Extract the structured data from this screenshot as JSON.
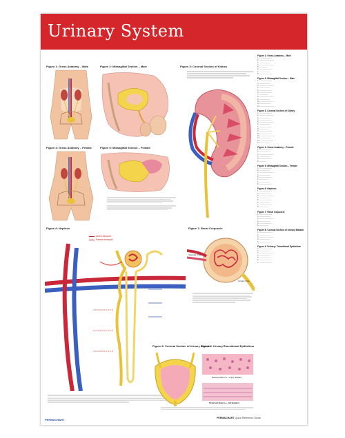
{
  "poster": {
    "title": "Urinary System",
    "figures": [
      "Figure 1: Gross Anatomy – Male",
      "Figure 2: Midsagittal Section – Male",
      "Figure 3: Coronal Section of Kidney",
      "Figure 4: Gross Anatomy – Female",
      "Figure 5: Midsagittal Section – Female",
      "Figure 6: Nephron",
      "Figure 7: Renal Corpuscle",
      "Figure 8: Coronal Section of Urinary Bladder",
      "Figure 9: Urinary/Transitional Epithelium"
    ],
    "legend": {
      "active": "Active transport",
      "passive": "Passive transport"
    },
    "labels": {
      "vascular_pole": "Vascular Pole",
      "urinary_pole": "Urinary Pole",
      "relaxed": "Relaxed State (i.e., empty bladder)",
      "stretched": "Stretched State (i.e., full bladder)"
    },
    "index_heads": [
      "Figure 1: Gross Anatomy – Male",
      "Figure 2: Midsagittal Section – Male",
      "Figure 3: Coronal Section of Kidney",
      "Figure 4: Gross Anatomy – Female",
      "Figure 5: Midsagittal Section – Female",
      "Figure 6: Nephron",
      "Figure 7: Renal Corpuscle",
      "Figure 8: Coronal Section of Urinary Bladder",
      "Figure 9: Urinary / Transitional Epithelium"
    ],
    "footer": {
      "brand": "PERMACHART",
      "series": "Quick Reference Guide"
    }
  }
}
